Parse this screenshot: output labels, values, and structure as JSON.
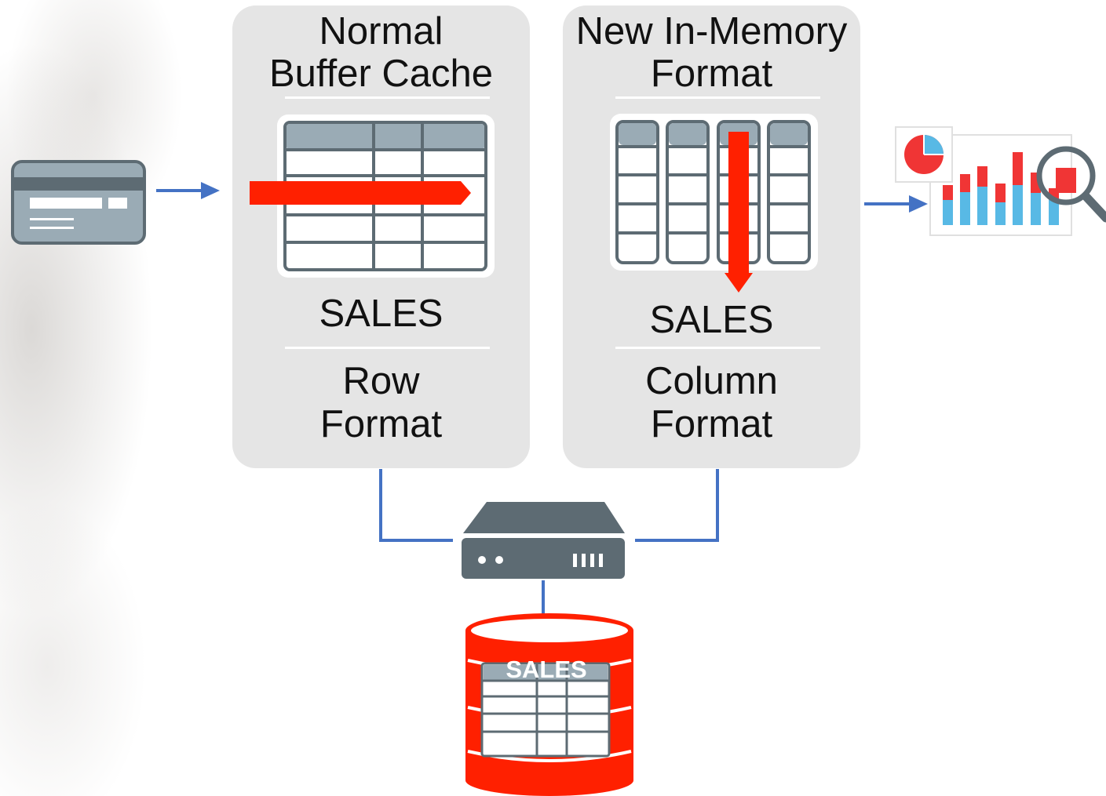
{
  "panels": {
    "row": {
      "title_line1": "Normal",
      "title_line2": "Buffer Cache",
      "table_label": "SALES",
      "format_line1": "Row",
      "format_line2": "Format"
    },
    "column": {
      "title_line1": "New In-Memory",
      "title_line2": "Format",
      "table_label": "SALES",
      "format_line1": "Column",
      "format_line2": "Format"
    }
  },
  "database": {
    "label": "SALES"
  },
  "colors": {
    "panel_bg": "#e5e5e5",
    "connector_blue": "#4472c4",
    "highlight_red": "#ff2000",
    "icon_slate": "#5d6b73",
    "table_header": "#9aabb5",
    "chart_blue": "#58b9e5",
    "chart_red": "#f03535"
  },
  "icons": [
    "credit-card-icon",
    "server-icon",
    "database-icon",
    "analytics-report-icon",
    "magnifier-icon",
    "pie-chart-icon"
  ]
}
